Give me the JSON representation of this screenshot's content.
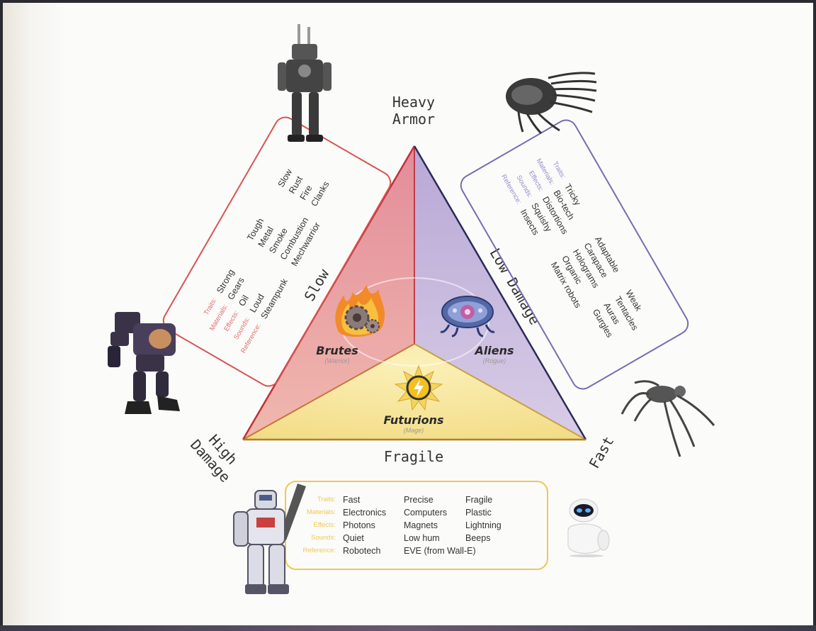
{
  "axes": {
    "top": [
      "Heavy",
      "Armor"
    ],
    "bottom": "Fragile",
    "left_side": "Slow",
    "right_side": "Low Damage",
    "bottom_left": [
      "High",
      "Damage"
    ],
    "bottom_right": "Fast"
  },
  "classes": {
    "brutes": {
      "name": "Brutes",
      "role": "(Warrior)"
    },
    "aliens": {
      "name": "Aliens",
      "role": "(Rogue)"
    },
    "futurions": {
      "name": "Futurions",
      "role": "(Mage)"
    }
  },
  "panels": {
    "brutes": {
      "color": "#d9534f",
      "keys": [
        "Traits:",
        "Materials:",
        "Effects:",
        "Sounds:",
        "Reference:"
      ],
      "cols": [
        [
          "Strong",
          "Gears",
          "Oil",
          "Loud",
          "Steampunk"
        ],
        [
          "Tough",
          "Metal",
          "Smoke",
          "Combustion",
          "Mechwarrior"
        ],
        [
          "Slow",
          "Rust",
          "Fire",
          "Clanks",
          ""
        ]
      ]
    },
    "aliens": {
      "color": "#7a6ab0",
      "keys": [
        "Traits:",
        "Materials:",
        "Effects:",
        "Sounds:",
        "Reference:"
      ],
      "cols": [
        [
          "Tricky",
          "Bio-tech",
          "Distortions",
          "Squishy",
          "Insects"
        ],
        [
          "Adaptable",
          "Carapace",
          "Holograms",
          "Organic",
          "Matrix robots"
        ],
        [
          "Weak",
          "Tentacles",
          "Auras",
          "Gurgles",
          ""
        ]
      ]
    },
    "futurions": {
      "color": "#f0c850",
      "keys": [
        "Traits:",
        "Materials:",
        "Effects:",
        "Sounds:",
        "Reference:"
      ],
      "cols": [
        [
          "Fast",
          "Electronics",
          "Photons",
          "Quiet",
          "Robotech"
        ],
        [
          "Precise",
          "Computers",
          "Magnets",
          "Low hum",
          "EVE (from Wall-E)"
        ],
        [
          "Fragile",
          "Plastic",
          "Lightning",
          "Beeps",
          ""
        ]
      ]
    }
  },
  "colors": {
    "brutes_fill": "#e7a0a6",
    "aliens_fill": "#c7b7db",
    "futurions_fill": "#f6e39a"
  }
}
